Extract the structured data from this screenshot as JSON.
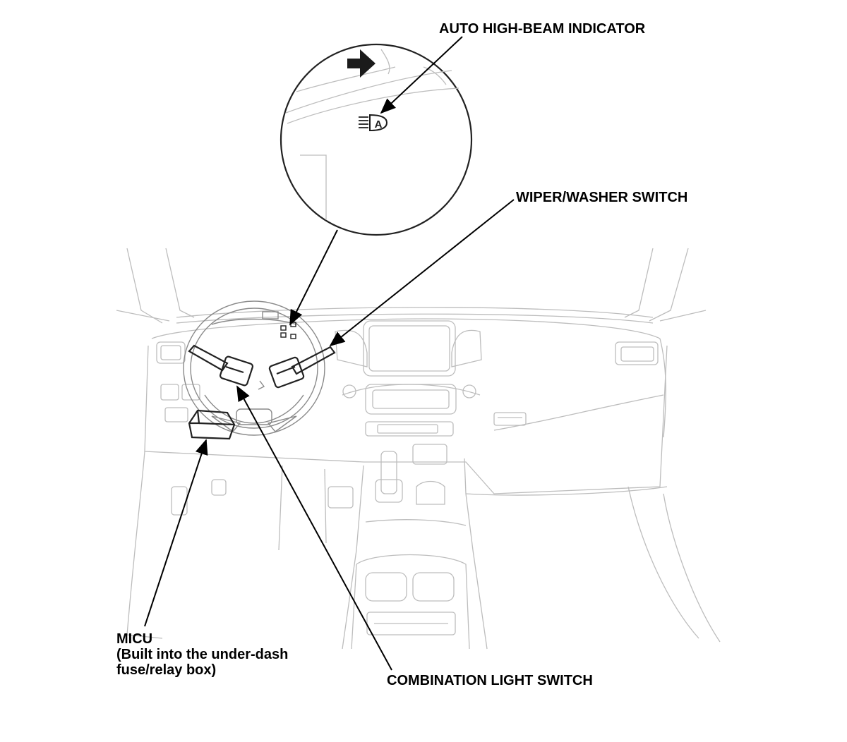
{
  "labels": {
    "auto_high_beam": "AUTO HIGH-BEAM INDICATOR",
    "wiper_washer": "WIPER/WASHER SWITCH",
    "micu_line1": "MICU",
    "micu_line2": "(Built into the under-dash",
    "micu_line3": "fuse/relay box)",
    "combination_light": "COMBINATION LIGHT SWITCH"
  },
  "indicator_glyph": "A",
  "icons": [
    "arrow-right-icon",
    "auto-high-beam-icon"
  ]
}
